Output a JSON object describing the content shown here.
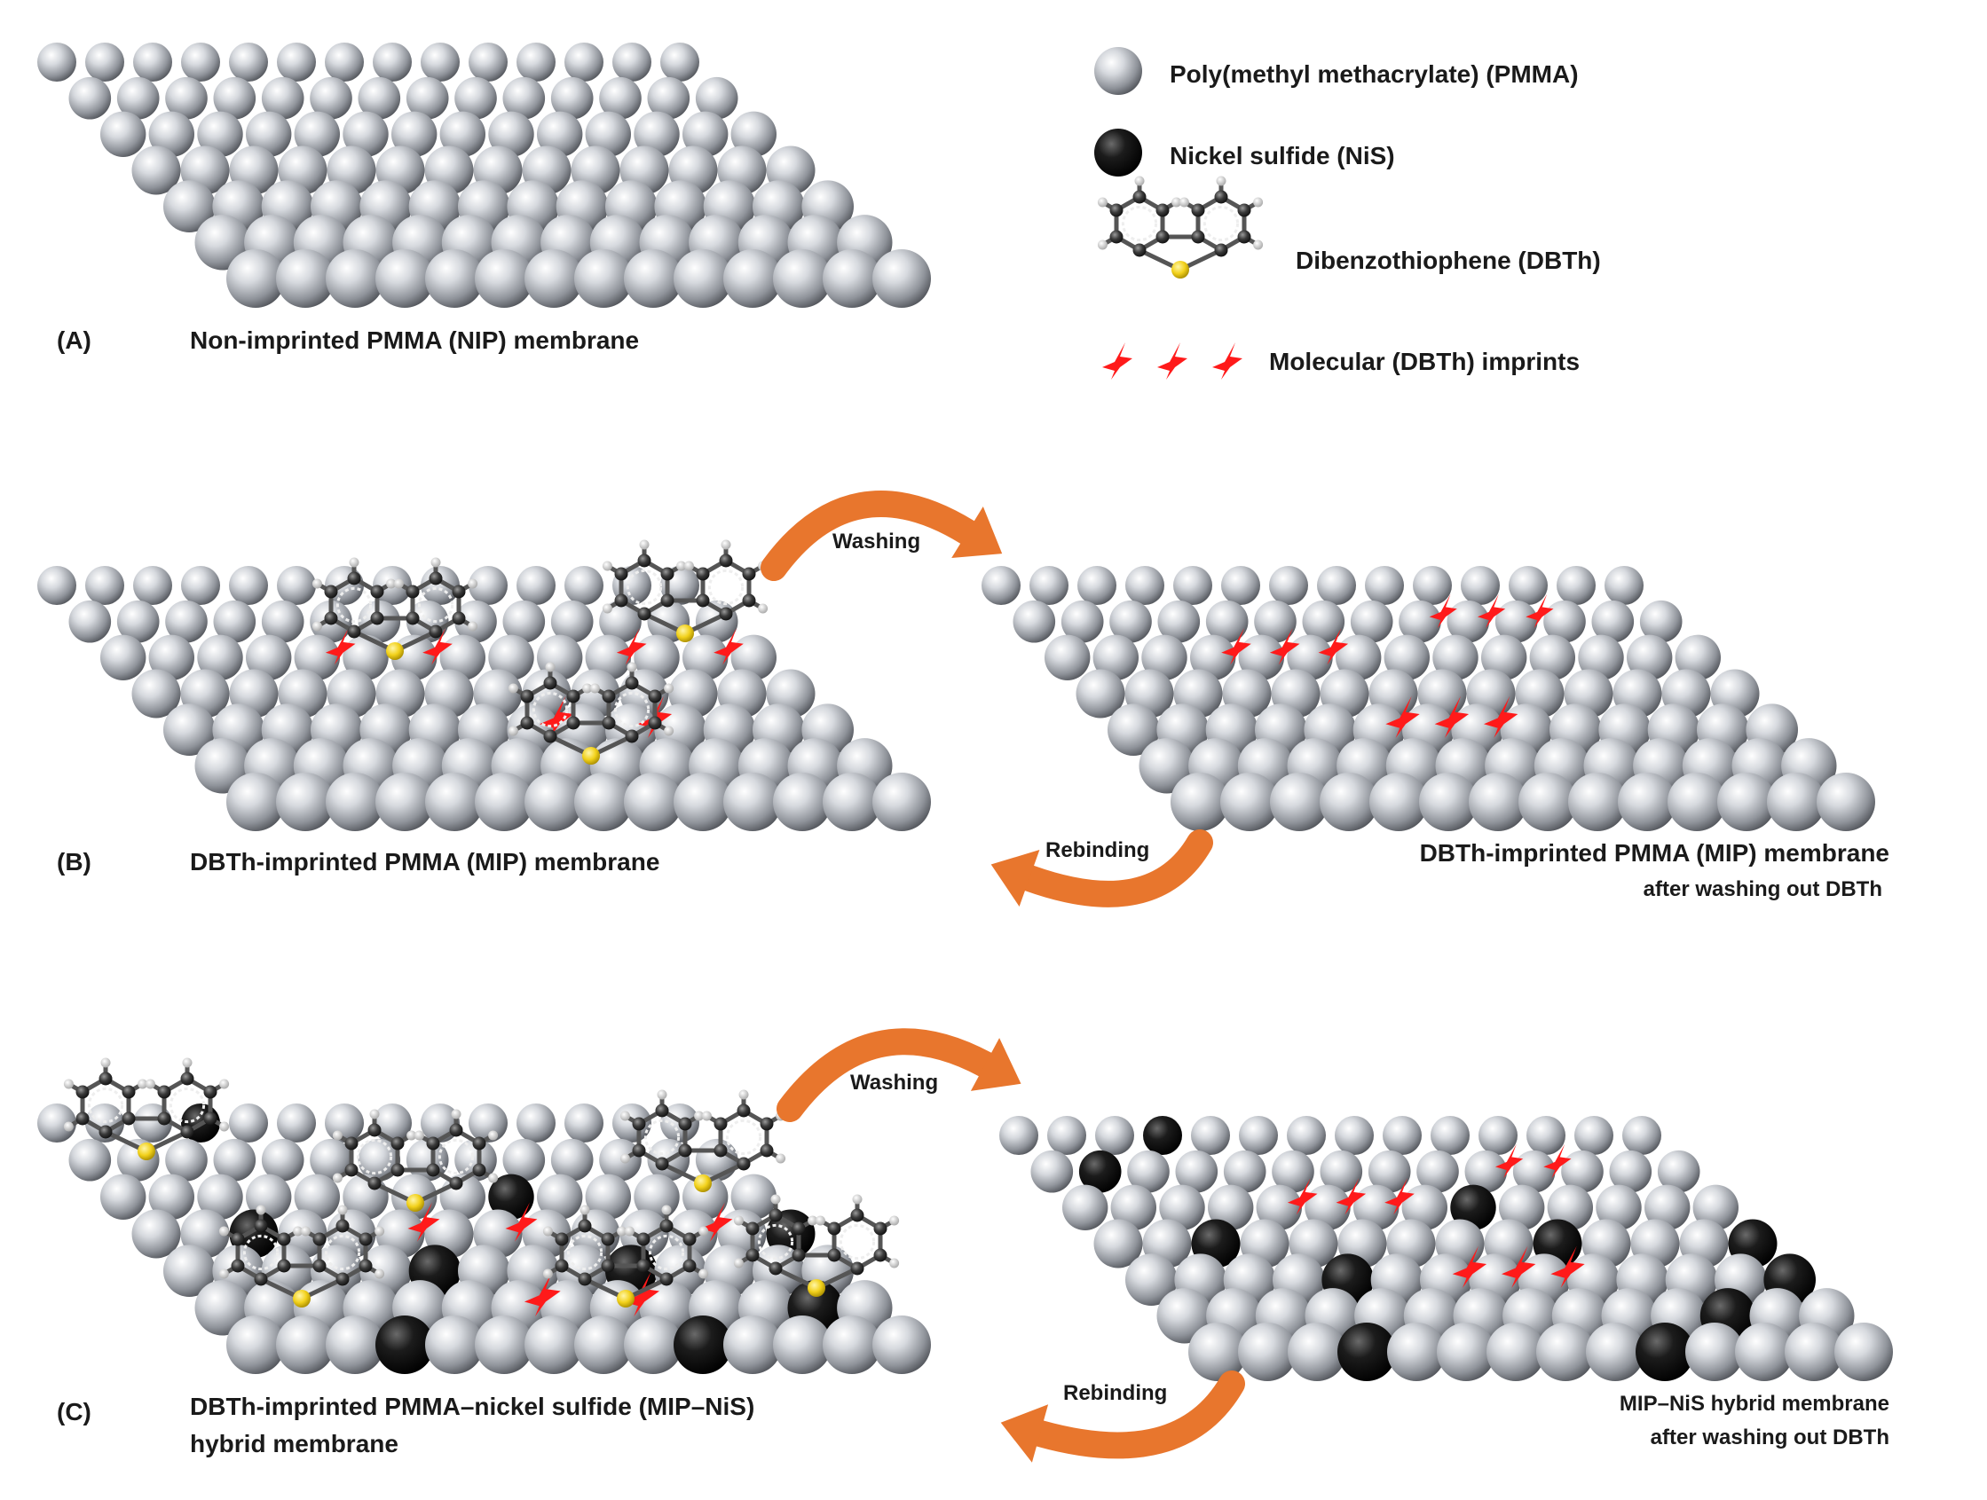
{
  "legend": {
    "pmma": "Poly(methyl methacrylate) (PMMA)",
    "nis": "Nickel sulfide (NiS)",
    "dbth": "Dibenzothiophene (DBTh)",
    "imprints": "Molecular (DBTh) imprints"
  },
  "panel_a": {
    "letter": "(A)",
    "caption": "Non-imprinted PMMA (NIP) membrane"
  },
  "panel_b": {
    "letter": "(B)",
    "caption_left": "DBTh-imprinted PMMA (MIP) membrane",
    "caption_right": "DBTh-imprinted PMMA (MIP) membrane",
    "caption_right_sub": "after washing out DBTh",
    "washing": "Washing",
    "rebinding": "Rebinding"
  },
  "panel_c": {
    "letter": "(C)",
    "caption_left_1": "DBTh-imprinted PMMA–nickel sulfide (MIP–NiS)",
    "caption_left_2": "hybrid membrane",
    "caption_right_1": "MIP–NiS hybrid membrane",
    "caption_right_2": "after washing out DBTh",
    "washing": "Washing",
    "rebinding": "Rebinding"
  },
  "colors": {
    "pmma_sphere": "#c9ccd2",
    "nis_sphere": "#0d0d0d",
    "arrow": "#e8762d",
    "imprint": "#ff1a1a",
    "sulfur": "#f2d11b"
  }
}
